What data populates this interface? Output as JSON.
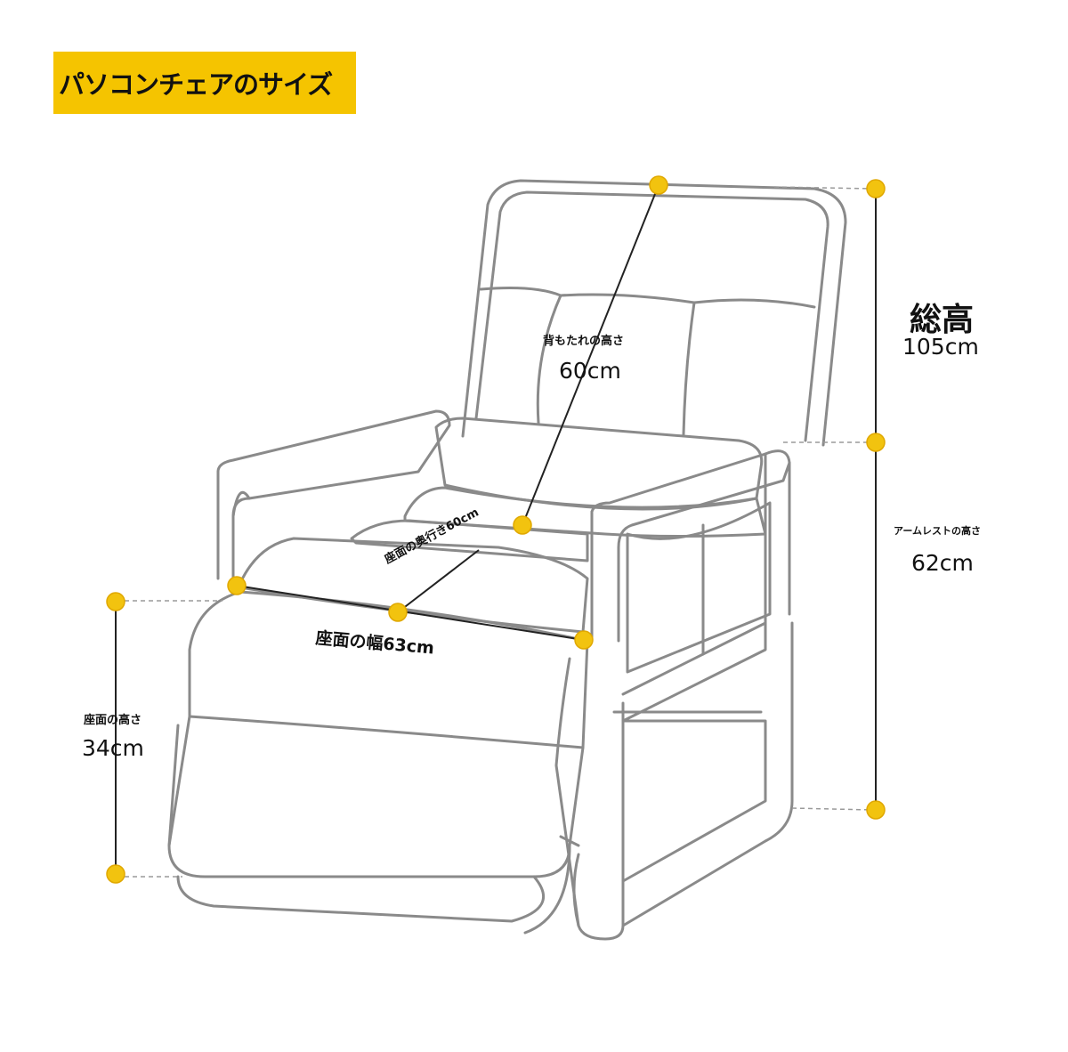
{
  "title": "パソコンチェアのサイズ",
  "colors": {
    "banner": "#f5c400",
    "dot": "#f2c30f",
    "line": "#222222",
    "outline": "#888888"
  },
  "labels": {
    "total_height_title": "総高",
    "total_height_value": "105cm",
    "backrest_title": "背もたれの高さ",
    "backrest_value": "60cm",
    "armrest_title": "アームレストの高さ",
    "armrest_value": "62cm",
    "seat_depth": "座面の奥行き60cm",
    "seat_width": "座面の幅63cm",
    "seat_height_title": "座面の高さ",
    "seat_height_value": "34cm"
  }
}
